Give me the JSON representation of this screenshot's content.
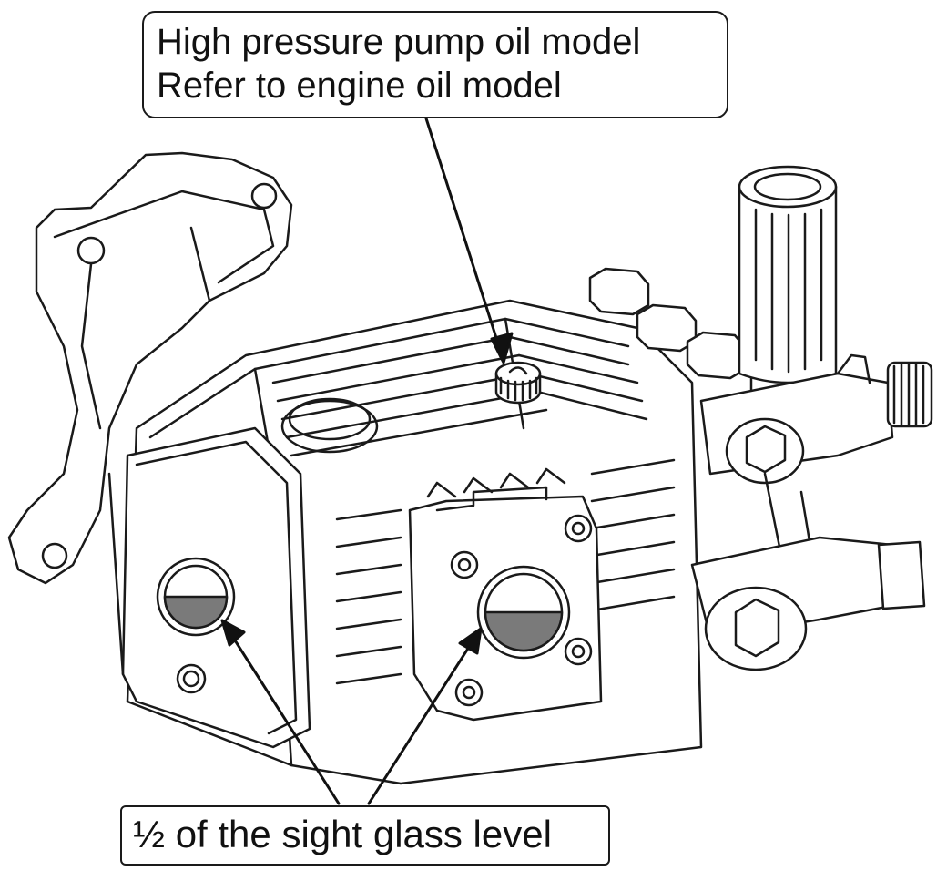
{
  "callouts": {
    "oil_model": {
      "line1": "High pressure pump oil model",
      "line2": "Refer to engine oil model"
    },
    "sight_glass": {
      "text": "½ of the sight glass level"
    }
  },
  "colors": {
    "line_art": "#1a1a1a",
    "oil_fill": "#7a7a7a",
    "background": "#ffffff"
  },
  "icons": {
    "pump": "high-pressure-pump-illustration",
    "arrows": "callout-arrow"
  }
}
